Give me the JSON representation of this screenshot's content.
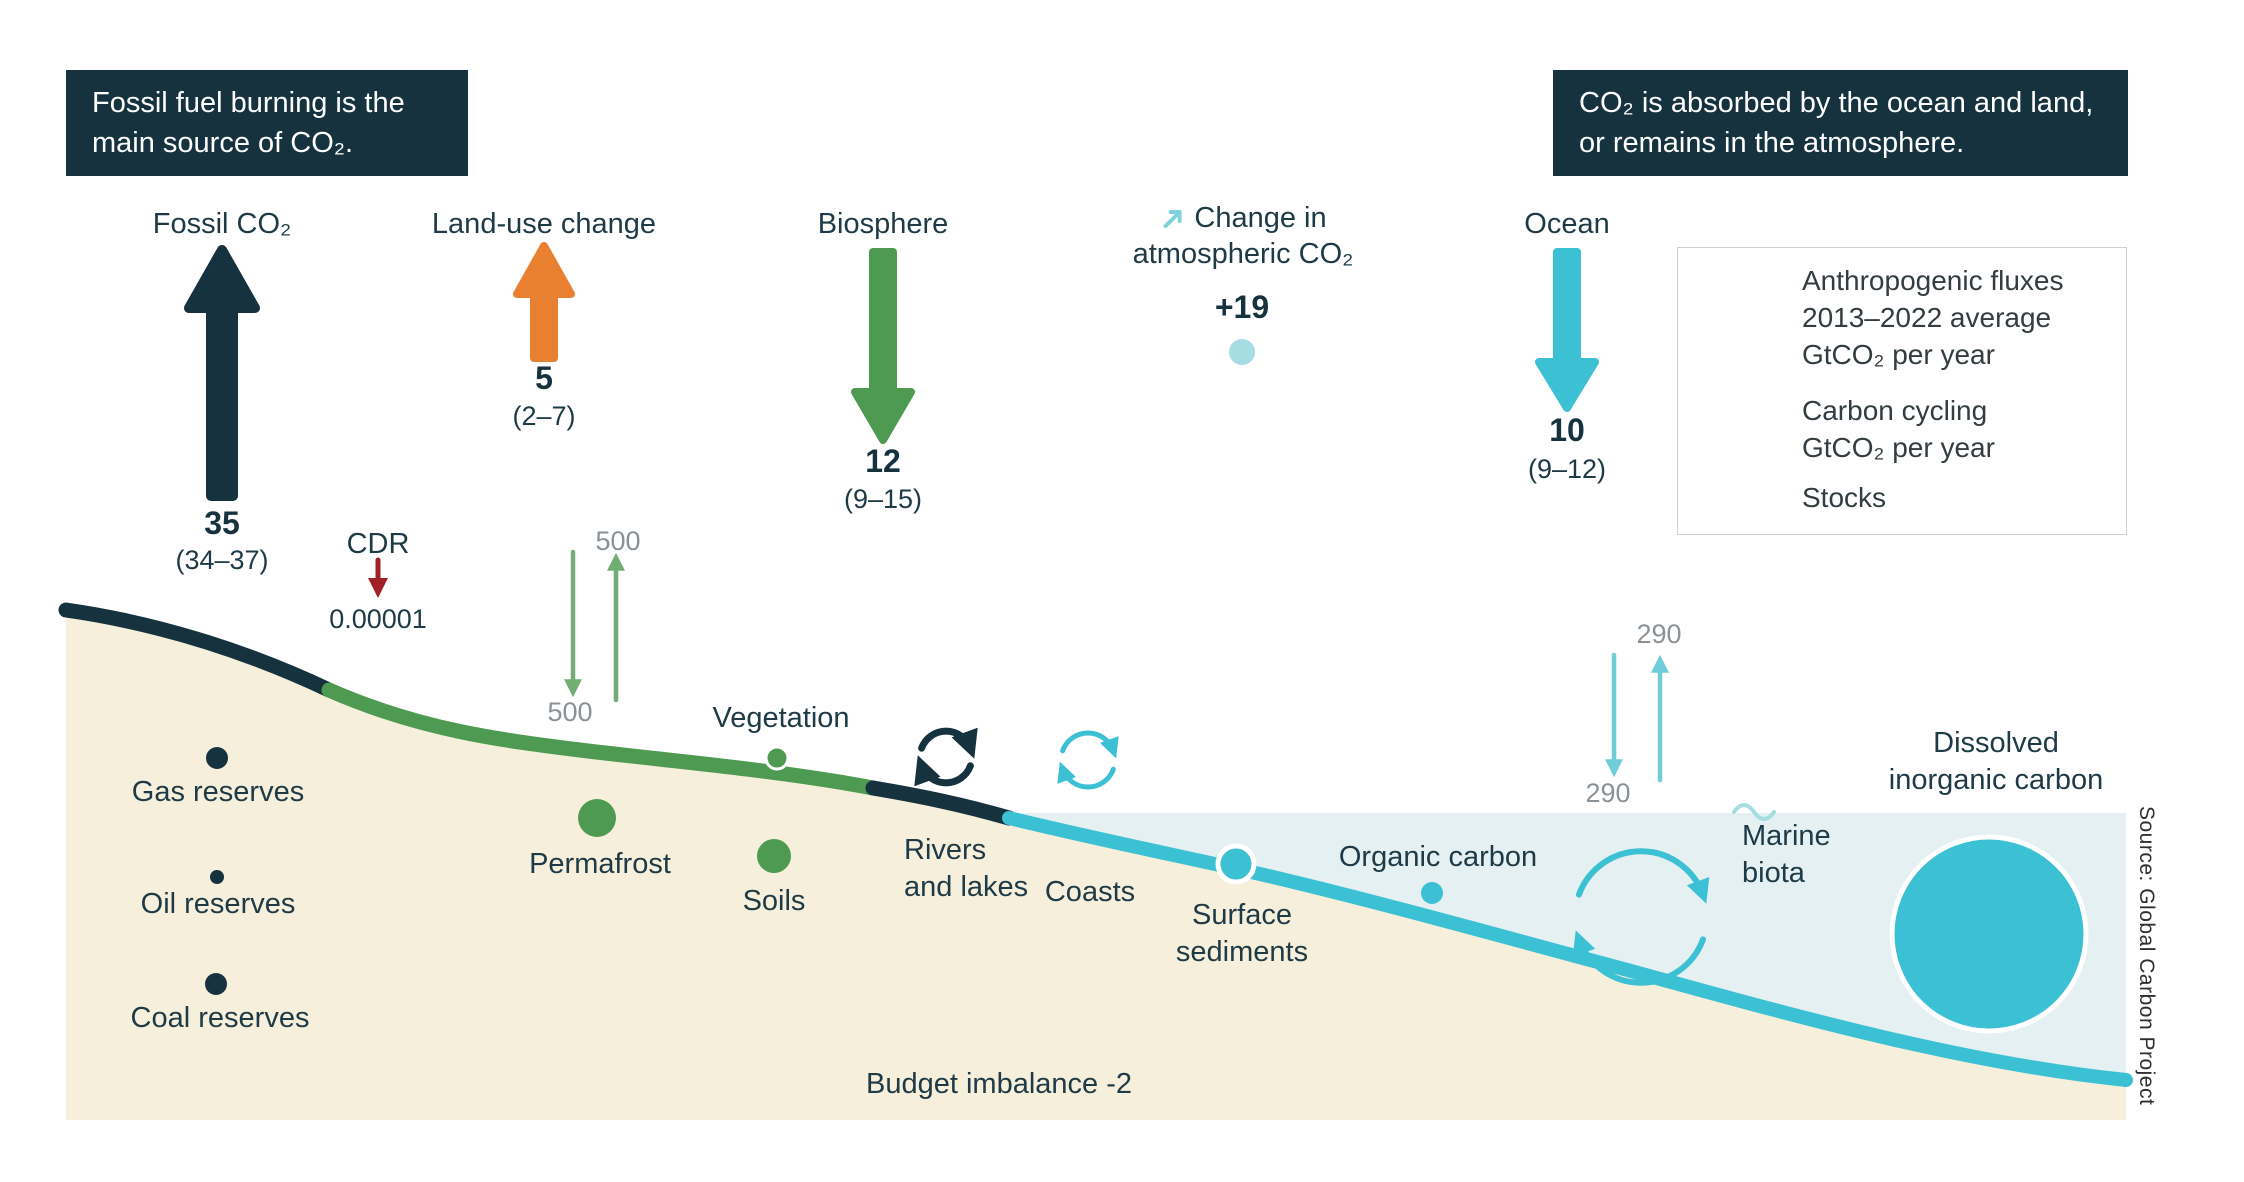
{
  "banners": {
    "left": "Fossil fuel burning is the main source of CO₂.",
    "right": "CO₂ is absorbed by the ocean and land, or remains in the atmosphere."
  },
  "fluxes": {
    "fossil": {
      "label": "Fossil CO₂",
      "value": "35",
      "range": "(34–37)"
    },
    "land_use": {
      "label": "Land-use change",
      "value": "5",
      "range": "(2–7)"
    },
    "biosphere": {
      "label": "Biosphere",
      "value": "12",
      "range": "(9–15)"
    },
    "atmosphere": {
      "label_line1": "Change in",
      "label_line2": "atmospheric CO₂",
      "value": "+19"
    },
    "ocean": {
      "label": "Ocean",
      "value": "10",
      "range": "(9–12)"
    },
    "cdr": {
      "label": "CDR",
      "value": "0.00001"
    }
  },
  "cycling": {
    "land_top": "500",
    "land_bottom": "500",
    "ocean_top": "290",
    "ocean_bottom": "290"
  },
  "legend": {
    "anthropogenic": "Anthropogenic fluxes 2013–2022 average GtCO₂ per year",
    "carbon_cycling": "Carbon cycling GtCO₂ per year",
    "stocks": "Stocks"
  },
  "labels": {
    "gas": "Gas reserves",
    "oil": "Oil reserves",
    "coal": "Coal reserves",
    "permafrost": "Permafrost",
    "soils": "Soils",
    "vegetation": "Vegetation",
    "rivers_line1": "Rivers",
    "rivers_line2": "and lakes",
    "coasts": "Coasts",
    "sediments_line1": "Surface",
    "sediments_line2": "sediments",
    "organic": "Organic carbon",
    "marine_line1": "Marine",
    "marine_line2": "biota",
    "dic_line1": "Dissolved",
    "dic_line2": "inorganic carbon",
    "imbalance": "Budget imbalance -2",
    "source": "Source: Global Carbon Project"
  },
  "colors": {
    "navy": "#16323e",
    "orange": "#e8802f",
    "green": "#4f9a52",
    "teal": "#3cc0d3",
    "light_teal": "#a6dde2",
    "beige": "#f6efdb",
    "ocean_fill": "#e4f0f2",
    "gray": "#b9b9b9",
    "red": "#a02126"
  }
}
